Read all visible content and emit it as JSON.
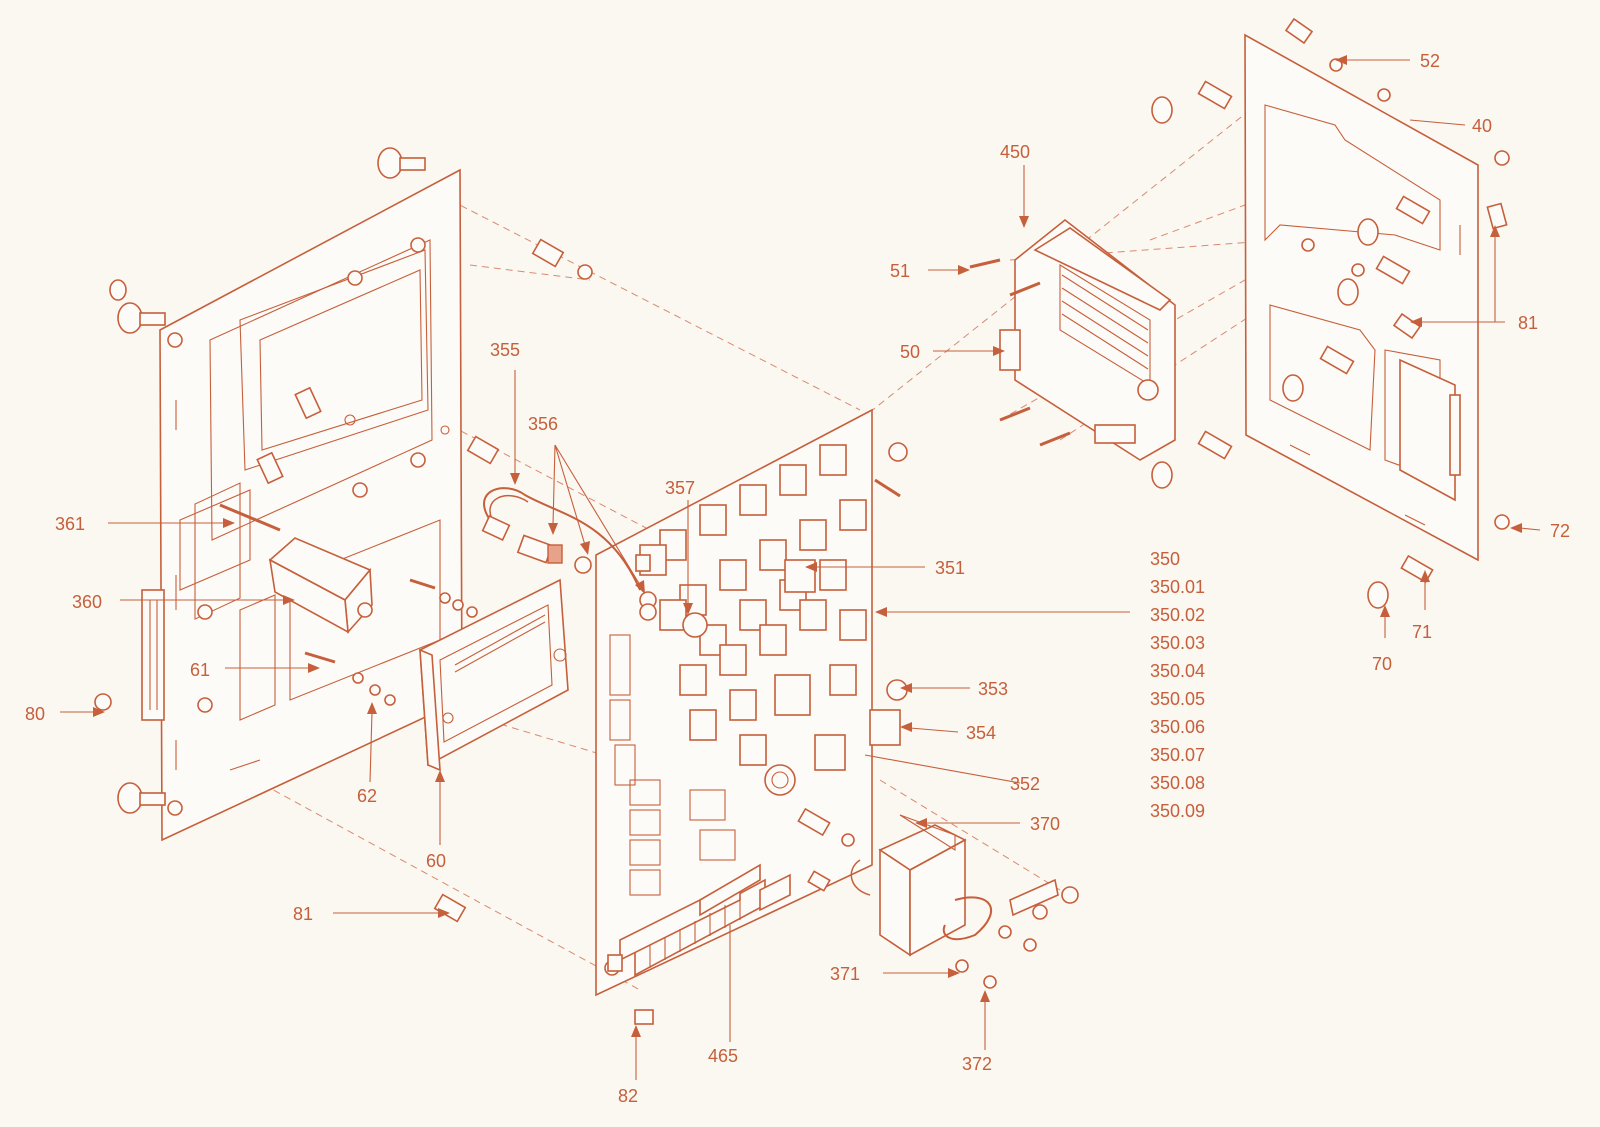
{
  "diagram": {
    "callouts": [
      "52",
      "40",
      "450",
      "51",
      "50",
      "81",
      "72",
      "71",
      "70",
      "355",
      "356",
      "357",
      "351",
      "361",
      "360",
      "61",
      "80",
      "62",
      "60",
      "353",
      "354",
      "352",
      "370",
      "81",
      "371",
      "372",
      "82",
      "465"
    ],
    "revision_list": [
      "350",
      "350.01",
      "350.02",
      "350.03",
      "350.04",
      "350.05",
      "350.06",
      "350.07",
      "350.08",
      "350.09"
    ],
    "colors": {
      "line": "#c65f3b",
      "fill": "#fdfbf7",
      "background": "#fbf8f2"
    }
  }
}
